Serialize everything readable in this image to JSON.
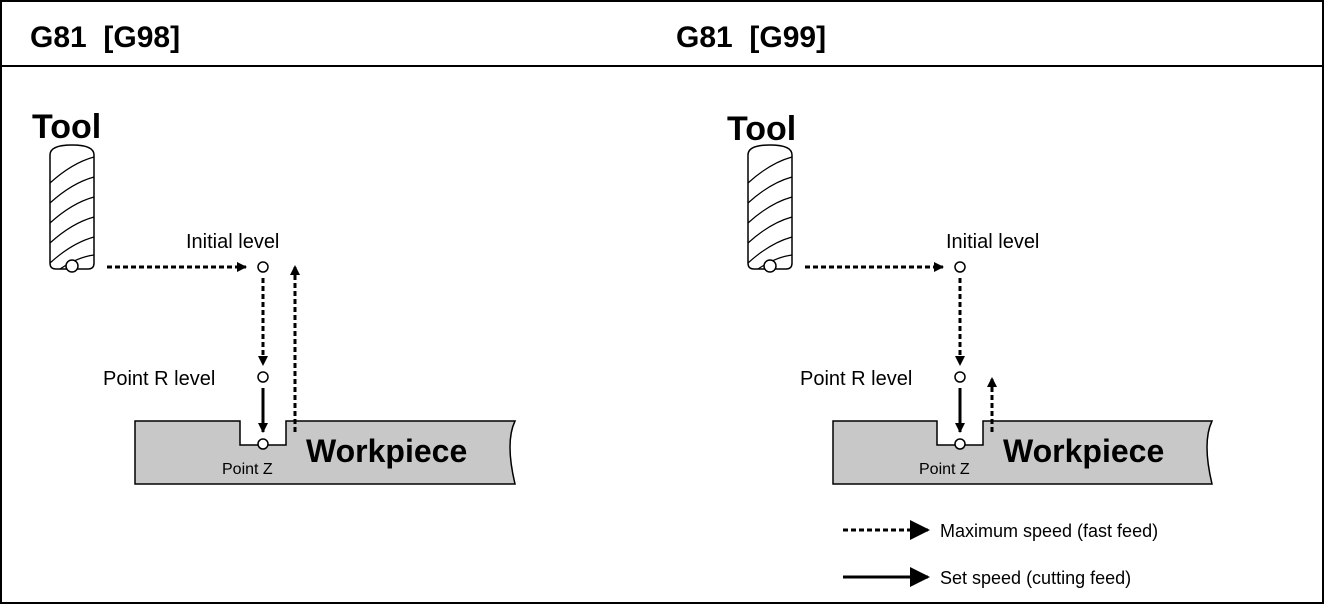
{
  "panels": [
    {
      "header": "G81  [G98]",
      "tool_label": "Tool",
      "initial_label": "Initial level",
      "r_label": "Point R level",
      "z_label": "Point Z",
      "workpiece_label": "Workpiece",
      "return_to": "initial"
    },
    {
      "header": "G81  [G99]",
      "tool_label": "Tool",
      "initial_label": "Initial level",
      "r_label": "Point R level",
      "z_label": "Point Z",
      "workpiece_label": "Workpiece",
      "return_to": "R"
    }
  ],
  "legend": {
    "rapid_label": "Maximum speed (fast feed)",
    "feed_label": "Set speed (cutting feed)"
  },
  "colors": {
    "header_bg": "#ffffff",
    "workpiece_fill": "#c8c8c8",
    "line": "#000000"
  }
}
